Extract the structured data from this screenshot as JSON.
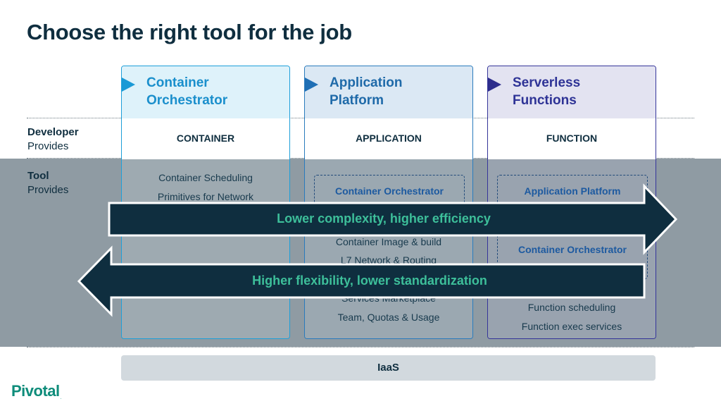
{
  "title": "Choose the right tool for the job",
  "rows": {
    "developer": {
      "bold": "Developer",
      "normal": "Provides"
    },
    "tool": {
      "bold": "Tool",
      "normal": "Provides"
    }
  },
  "columns": [
    {
      "title_line1": "Container",
      "title_line2": "Orchestrator",
      "unit": "CONTAINER",
      "primitives": [
        "Container Scheduling",
        "Primitives for Network"
      ]
    },
    {
      "title_line1": "Application",
      "title_line2": "Platform",
      "unit": "APPLICATION",
      "inner_box": "Container Orchestrator",
      "primitives": [
        "Container Image & build",
        "L7 Network & Routing",
        "Services Marketplace",
        "Team, Quotas & Usage"
      ]
    },
    {
      "title_line1": "Serverless",
      "title_line2": "Functions",
      "unit": "FUNCTION",
      "inner_box": "Application Platform",
      "inner_box_nested": "Container Orchestrator",
      "primitives": [
        "Function scheduling",
        "Function exec services"
      ]
    }
  ],
  "arrows": {
    "right": "Lower complexity, higher efficiency",
    "left": "Higher flexibility, lower standardization"
  },
  "iaas": "IaaS",
  "logo": "Pivotal",
  "logo_mark": ".",
  "colors": {
    "title": "#0f2e3f",
    "arrow_fill": "#0f2e3f",
    "arrow_text": "#3dbf9a",
    "tool_band": "#8f9ba3",
    "col1_accent": "#1a9ad6",
    "col2_accent": "#1f6fb5",
    "col3_accent": "#2d2d8c",
    "logo": "#0e8c7a"
  }
}
